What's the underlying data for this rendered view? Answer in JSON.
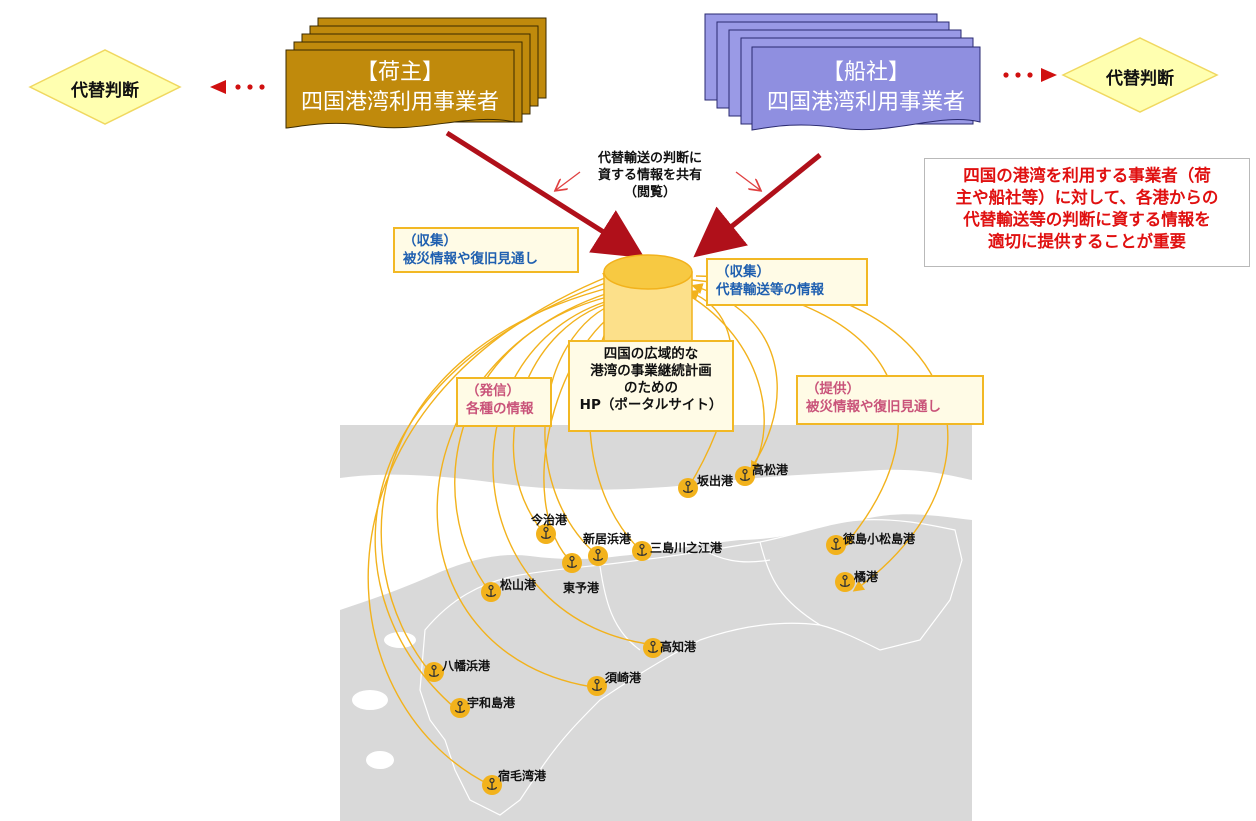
{
  "left_diamond": {
    "label": "代替判断"
  },
  "right_diamond": {
    "label": "代替判断"
  },
  "shipper_stack": {
    "line1": "【荷主】",
    "line2": "四国港湾利用事業者"
  },
  "carrier_stack": {
    "line1": "【船社】",
    "line2": "四国港湾利用事業者"
  },
  "center_note": {
    "line1": "代替輸送の判断に",
    "line2": "資する情報を共有",
    "line3": "（閲覧）"
  },
  "red_note": {
    "line1": "四国の港湾を利用する事業者（荷",
    "line2": "主や船社等）に対して、各港からの",
    "line3": "代替輸送等の判断に資する情報を",
    "line4": "適切に提供することが重要"
  },
  "callouts": {
    "collect_damage": {
      "title": "（収集）",
      "body": "被災情報や復旧見通し"
    },
    "collect_alt": {
      "title": "（収集）",
      "body": "代替輸送等の情報"
    },
    "send": {
      "title": "（発信）",
      "body": "各種の情報"
    },
    "provide": {
      "title": "（提供）",
      "body": "被災情報や復旧見通し"
    }
  },
  "database": {
    "line1": "四国の広域的な",
    "line2": "港湾の事業継続計画",
    "line3": "のための",
    "line4": "HP（ポータルサイト）"
  },
  "ports": [
    {
      "name": "坂出港"
    },
    {
      "name": "高松港"
    },
    {
      "name": "今治港"
    },
    {
      "name": "新居浜港"
    },
    {
      "name": "三島川之江港"
    },
    {
      "name": "東予港"
    },
    {
      "name": "徳島小松島港"
    },
    {
      "name": "橘港"
    },
    {
      "name": "松山港"
    },
    {
      "name": "高知港"
    },
    {
      "name": "八幡浜港"
    },
    {
      "name": "須崎港"
    },
    {
      "name": "宇和島港"
    },
    {
      "name": "宿毛湾港"
    }
  ],
  "colors": {
    "shipper": "#c08a0c",
    "carrier": "#8f8fe0",
    "diamond": "#ffffb0",
    "arrow_red": "#b0101a",
    "port_gold": "#f2b21c",
    "map_gray": "#d9d9d9",
    "callout_border": "#f2b824"
  }
}
